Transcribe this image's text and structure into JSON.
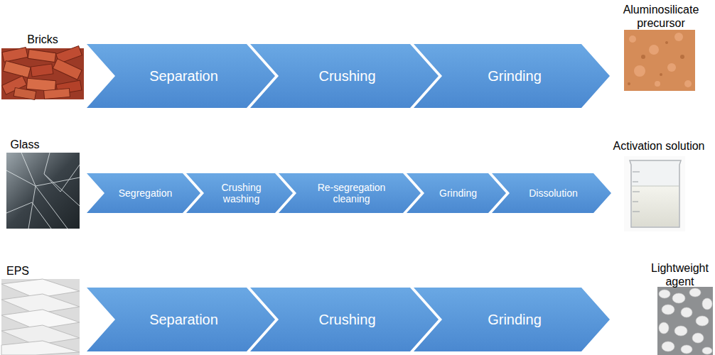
{
  "diagram": {
    "nodes": [
      {
        "text": [
          "Separation"
        ]
      },
      {
        "text": [
          "Crushing"
        ]
      },
      {
        "text": [
          "Grinding"
        ]
      },
      {
        "text": [
          "Segregation"
        ]
      },
      {
        "text": [
          "Crushing washing"
        ]
      },
      {
        "text": [
          "Re-segregation cleaning"
        ]
      },
      {
        "text": [
          "Grinding"
        ]
      },
      {
        "text": [
          "Dissolution"
        ]
      },
      {
        "text": [
          "Separation"
        ]
      },
      {
        "text": [
          "Crushing"
        ]
      },
      {
        "text": [
          "Grinding"
        ]
      }
    ],
    "labels": [
      "Bricks",
      "Aluminosilicate precursor",
      "Glass",
      "Activation solution",
      "EPS",
      "Lightweight agent"
    ]
  }
}
